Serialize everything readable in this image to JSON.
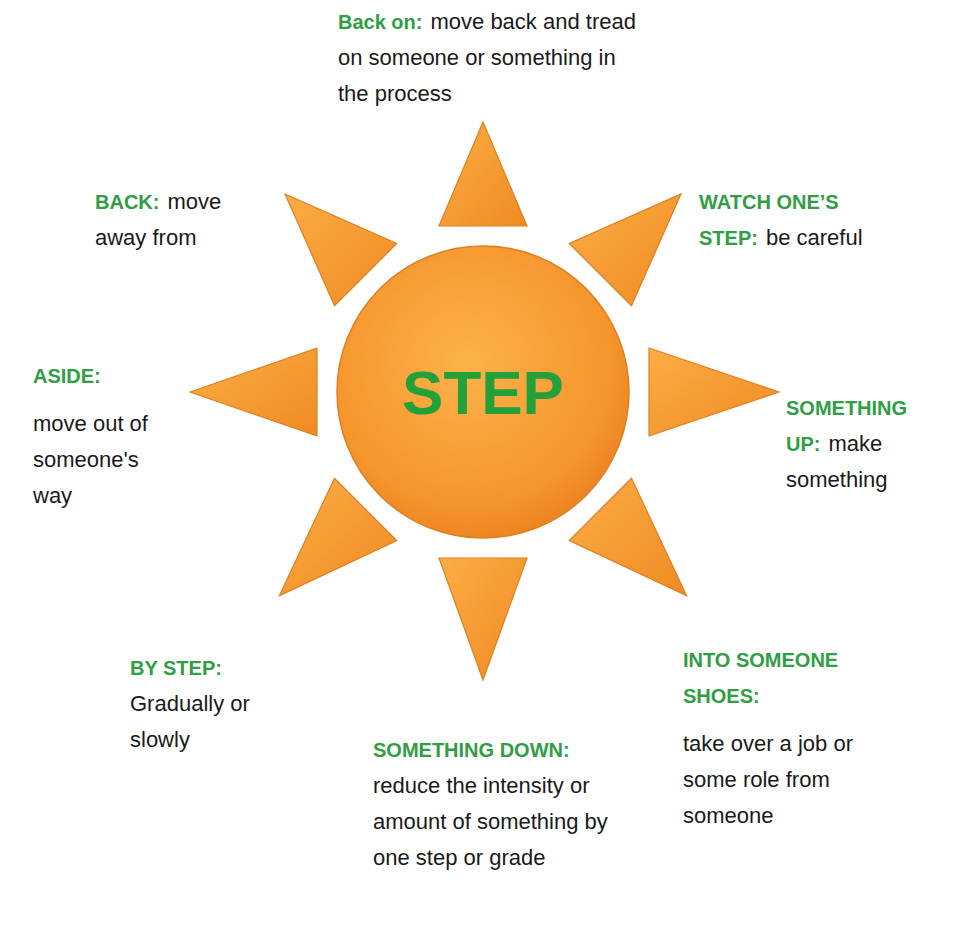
{
  "diagram": {
    "nodes": [
      {
        "text": [
          "STEP"
        ]
      }
    ],
    "labels": [
      "Back on:",
      "move back and tread on someone or something in the process",
      "BACK:",
      "move away from",
      "WATCH ONE’S STEP:",
      "be careful",
      "ASIDE:",
      "move out of someone's way",
      "SOMETHING UP:",
      "make something",
      "BY STEP:",
      "Gradually or slowly",
      "SOMETHING DOWN:",
      "reduce the intensity or amount of something by one step or grade",
      "INTO SOMEONE SHOES:",
      "take over a job or some role from someone"
    ]
  }
}
